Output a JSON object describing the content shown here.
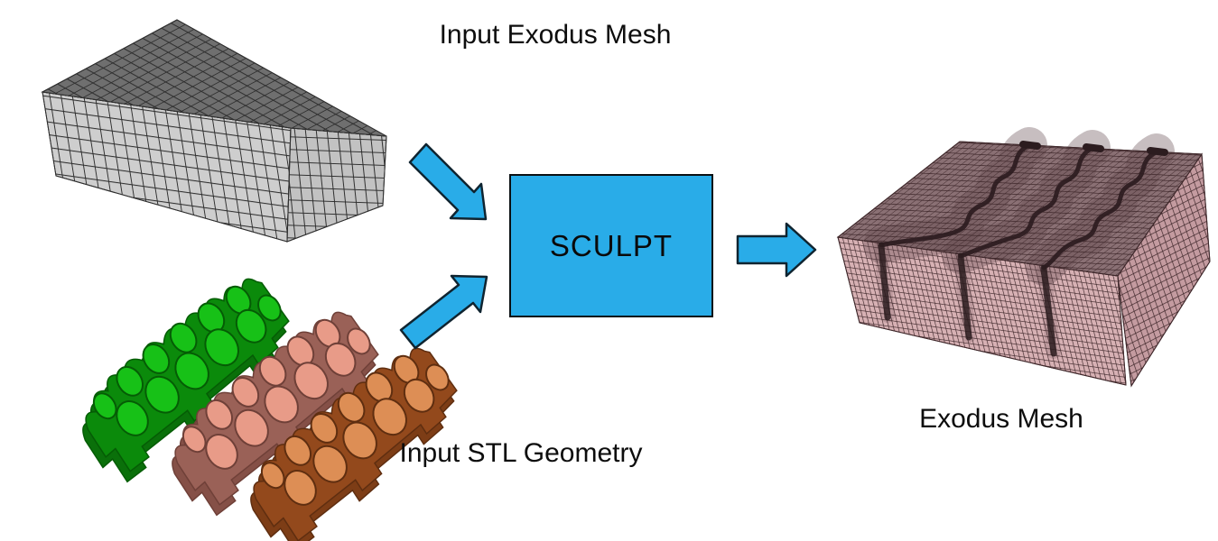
{
  "labels": {
    "input_mesh": "Input Exodus Mesh",
    "stl_geometry": "Input STL Geometry",
    "process": "SCULPT",
    "output_mesh": "Exodus Mesh"
  },
  "arrows": [
    {
      "name": "arrow-input-mesh-to-sculpt",
      "from": "Input Exodus Mesh",
      "to": "SCULPT"
    },
    {
      "name": "arrow-stl-to-sculpt",
      "from": "Input STL Geometry",
      "to": "SCULPT"
    },
    {
      "name": "arrow-sculpt-to-output",
      "from": "SCULPT",
      "to": "Exodus Mesh"
    }
  ],
  "colors": {
    "background": "#ffffff",
    "text": "#0d0d0d",
    "accent_blue": "#29ace8",
    "outline_dark": "#0f2430",
    "gray_top": "#6f6f6f",
    "gray_front": "#cecece",
    "gray_right": "#c2c2c2",
    "gray_line": "#2f2f2f",
    "rose_top": "#8a7074",
    "rose_top_shadow": "#5e464a",
    "rose_front": "#d7b1b4",
    "rose_right": "#c49ba0",
    "rose_line": "#3f282b",
    "rose_channel": "#2c1c1f",
    "green_face": "#0b8a0b",
    "green_dark": "#055c05",
    "green_bump": "#17c117",
    "green_side": "#0a700a",
    "mauve_face": "#9a6157",
    "mauve_dark": "#6f4038",
    "mauve_bump": "#e89b88",
    "mauve_side": "#855047",
    "orange_face": "#93491c",
    "orange_dark": "#5f2e10",
    "orange_bump": "#dd8e55",
    "orange_side": "#7d3d16"
  }
}
